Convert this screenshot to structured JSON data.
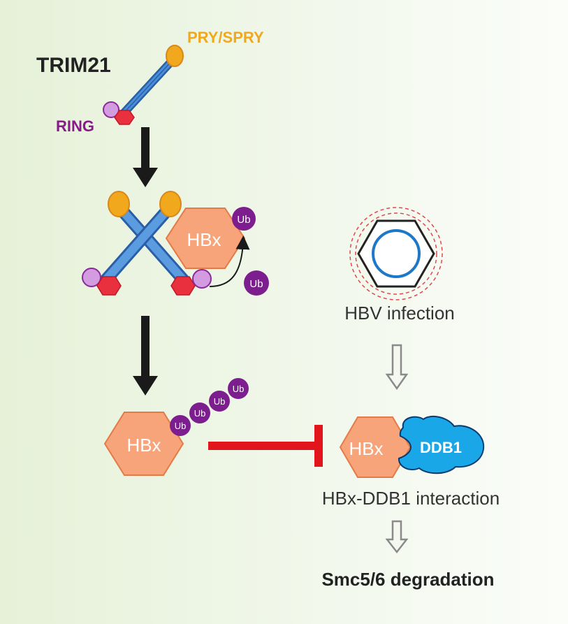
{
  "title": "TRIM21",
  "domains": {
    "pry_spry": "PRY/SPRY",
    "ring": "RING"
  },
  "hbx_label": "HBx",
  "ub_label": "Ub",
  "ddb1_label": "DDB1",
  "hbv_infection": "HBV infection",
  "interaction_label": "HBx-DDB1 interaction",
  "outcome_label": "Smc5/6 degradation",
  "colors": {
    "pry_spry": "#f2a81d",
    "ring_domain": "#c98ad3",
    "ring_hex": "#e8303e",
    "coil": "#4b8fd9",
    "hbx": "#f7a47a",
    "ub": "#7d1e8f",
    "ddb1": "#1aa7e8",
    "inhibit": "#e2141c",
    "arrow_dark": "#1a1a1a",
    "arrow_gray": "#8a8a8a",
    "virus_ring": "#1e78c8",
    "virus_hex": "#222222",
    "virus_envelope": "#e04848",
    "ring_label": "#8a1a8c"
  }
}
